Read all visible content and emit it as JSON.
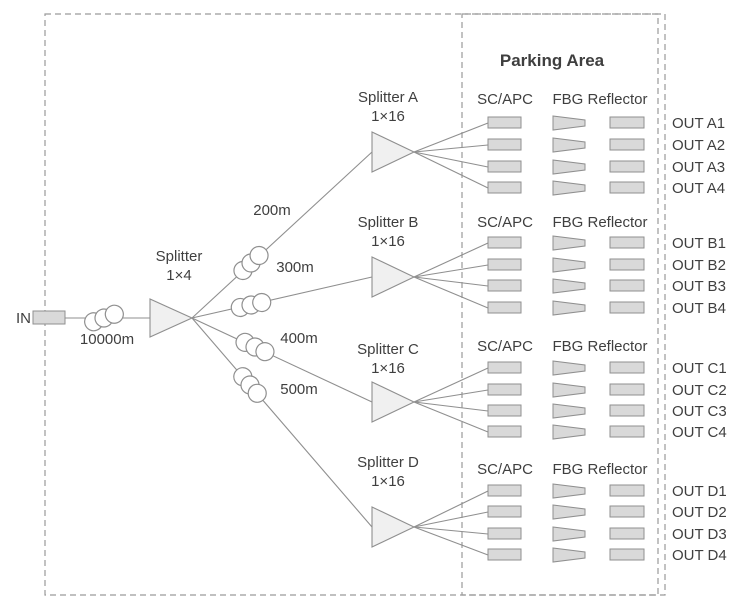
{
  "colors": {
    "line": "#8f8f8f",
    "shape_fill": "#d9d9d9",
    "splitter_fill": "#f0f0f0",
    "text": "#3f3f3f"
  },
  "parking": {
    "title": "Parking Area"
  },
  "input": {
    "label": "IN",
    "fiber": "10000m"
  },
  "main_splitter": {
    "name": "Splitter",
    "ratio": "1×4"
  },
  "branches": [
    {
      "fiber": "200m",
      "splitter": {
        "name": "Splitter A",
        "ratio": "1×16"
      },
      "headers": {
        "connector": "SC/APC",
        "reflector": "FBG Reflector"
      },
      "outputs": [
        "OUT A1",
        "OUT A2",
        "OUT A3",
        "OUT A4"
      ]
    },
    {
      "fiber": "300m",
      "splitter": {
        "name": "Splitter B",
        "ratio": "1×16"
      },
      "headers": {
        "connector": "SC/APC",
        "reflector": "FBG Reflector"
      },
      "outputs": [
        "OUT B1",
        "OUT B2",
        "OUT B3",
        "OUT B4"
      ]
    },
    {
      "fiber": "400m",
      "splitter": {
        "name": "Splitter C",
        "ratio": "1×16"
      },
      "headers": {
        "connector": "SC/APC",
        "reflector": "FBG Reflector"
      },
      "outputs": [
        "OUT C1",
        "OUT C2",
        "OUT C3",
        "OUT C4"
      ]
    },
    {
      "fiber": "500m",
      "splitter": {
        "name": "Splitter D",
        "ratio": "1×16"
      },
      "headers": {
        "connector": "SC/APC",
        "reflector": "FBG Reflector"
      },
      "outputs": [
        "OUT D1",
        "OUT D2",
        "OUT D3",
        "OUT D4"
      ]
    }
  ]
}
